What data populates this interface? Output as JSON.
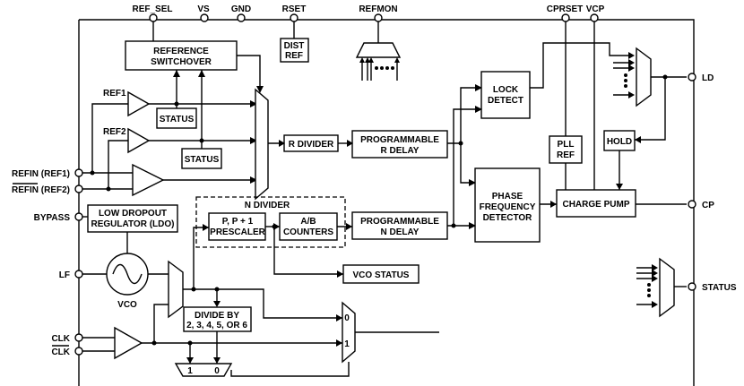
{
  "pins_top": {
    "ref_sel": "REF_SEL",
    "vs": "VS",
    "gnd": "GND",
    "rset": "RSET",
    "refmon": "REFMON",
    "cprset": "CPRSET",
    "vcp": "VCP"
  },
  "pins_left": {
    "refin1": "REFIN (REF1)",
    "refin2": "REFIN (REF2)",
    "bypass": "BYPASS",
    "lf": "LF",
    "clk": "CLK",
    "clk_b": "CLK"
  },
  "pins_right": {
    "ld": "LD",
    "cp": "CP",
    "status": "STATUS"
  },
  "blocks": {
    "ref_switchover": [
      "REFERENCE",
      "SWITCHOVER"
    ],
    "status1": "STATUS",
    "status2": "STATUS",
    "dist_ref": [
      "DIST",
      "REF"
    ],
    "r_divider": "R DIVIDER",
    "prog_r_delay": [
      "PROGRAMMABLE",
      "R DELAY"
    ],
    "lock_detect": [
      "LOCK",
      "DETECT"
    ],
    "pll_ref": [
      "PLL",
      "REF"
    ],
    "hold": "HOLD",
    "pfd": [
      "PHASE",
      "FREQUENCY",
      "DETECTOR"
    ],
    "charge_pump": "CHARGE PUMP",
    "n_divider": "N DIVIDER",
    "prescaler": [
      "P, P + 1",
      "PRESCALER"
    ],
    "ab_counters": [
      "A/B",
      "COUNTERS"
    ],
    "prog_n_delay": [
      "PROGRAMMABLE",
      "N DELAY"
    ],
    "ldo": [
      "LOW DROPOUT",
      "REGULATOR (LDO)"
    ],
    "vco": "VCO",
    "vco_status": "VCO STATUS",
    "divide_by": [
      "DIVIDE BY",
      "2, 3, 4, 5, OR 6"
    ]
  },
  "labels": {
    "ref1": "REF1",
    "ref2": "REF2",
    "mux_out_0": "0",
    "mux_out_1": "1",
    "mux_bot_1": "1",
    "mux_bot_0": "0"
  }
}
